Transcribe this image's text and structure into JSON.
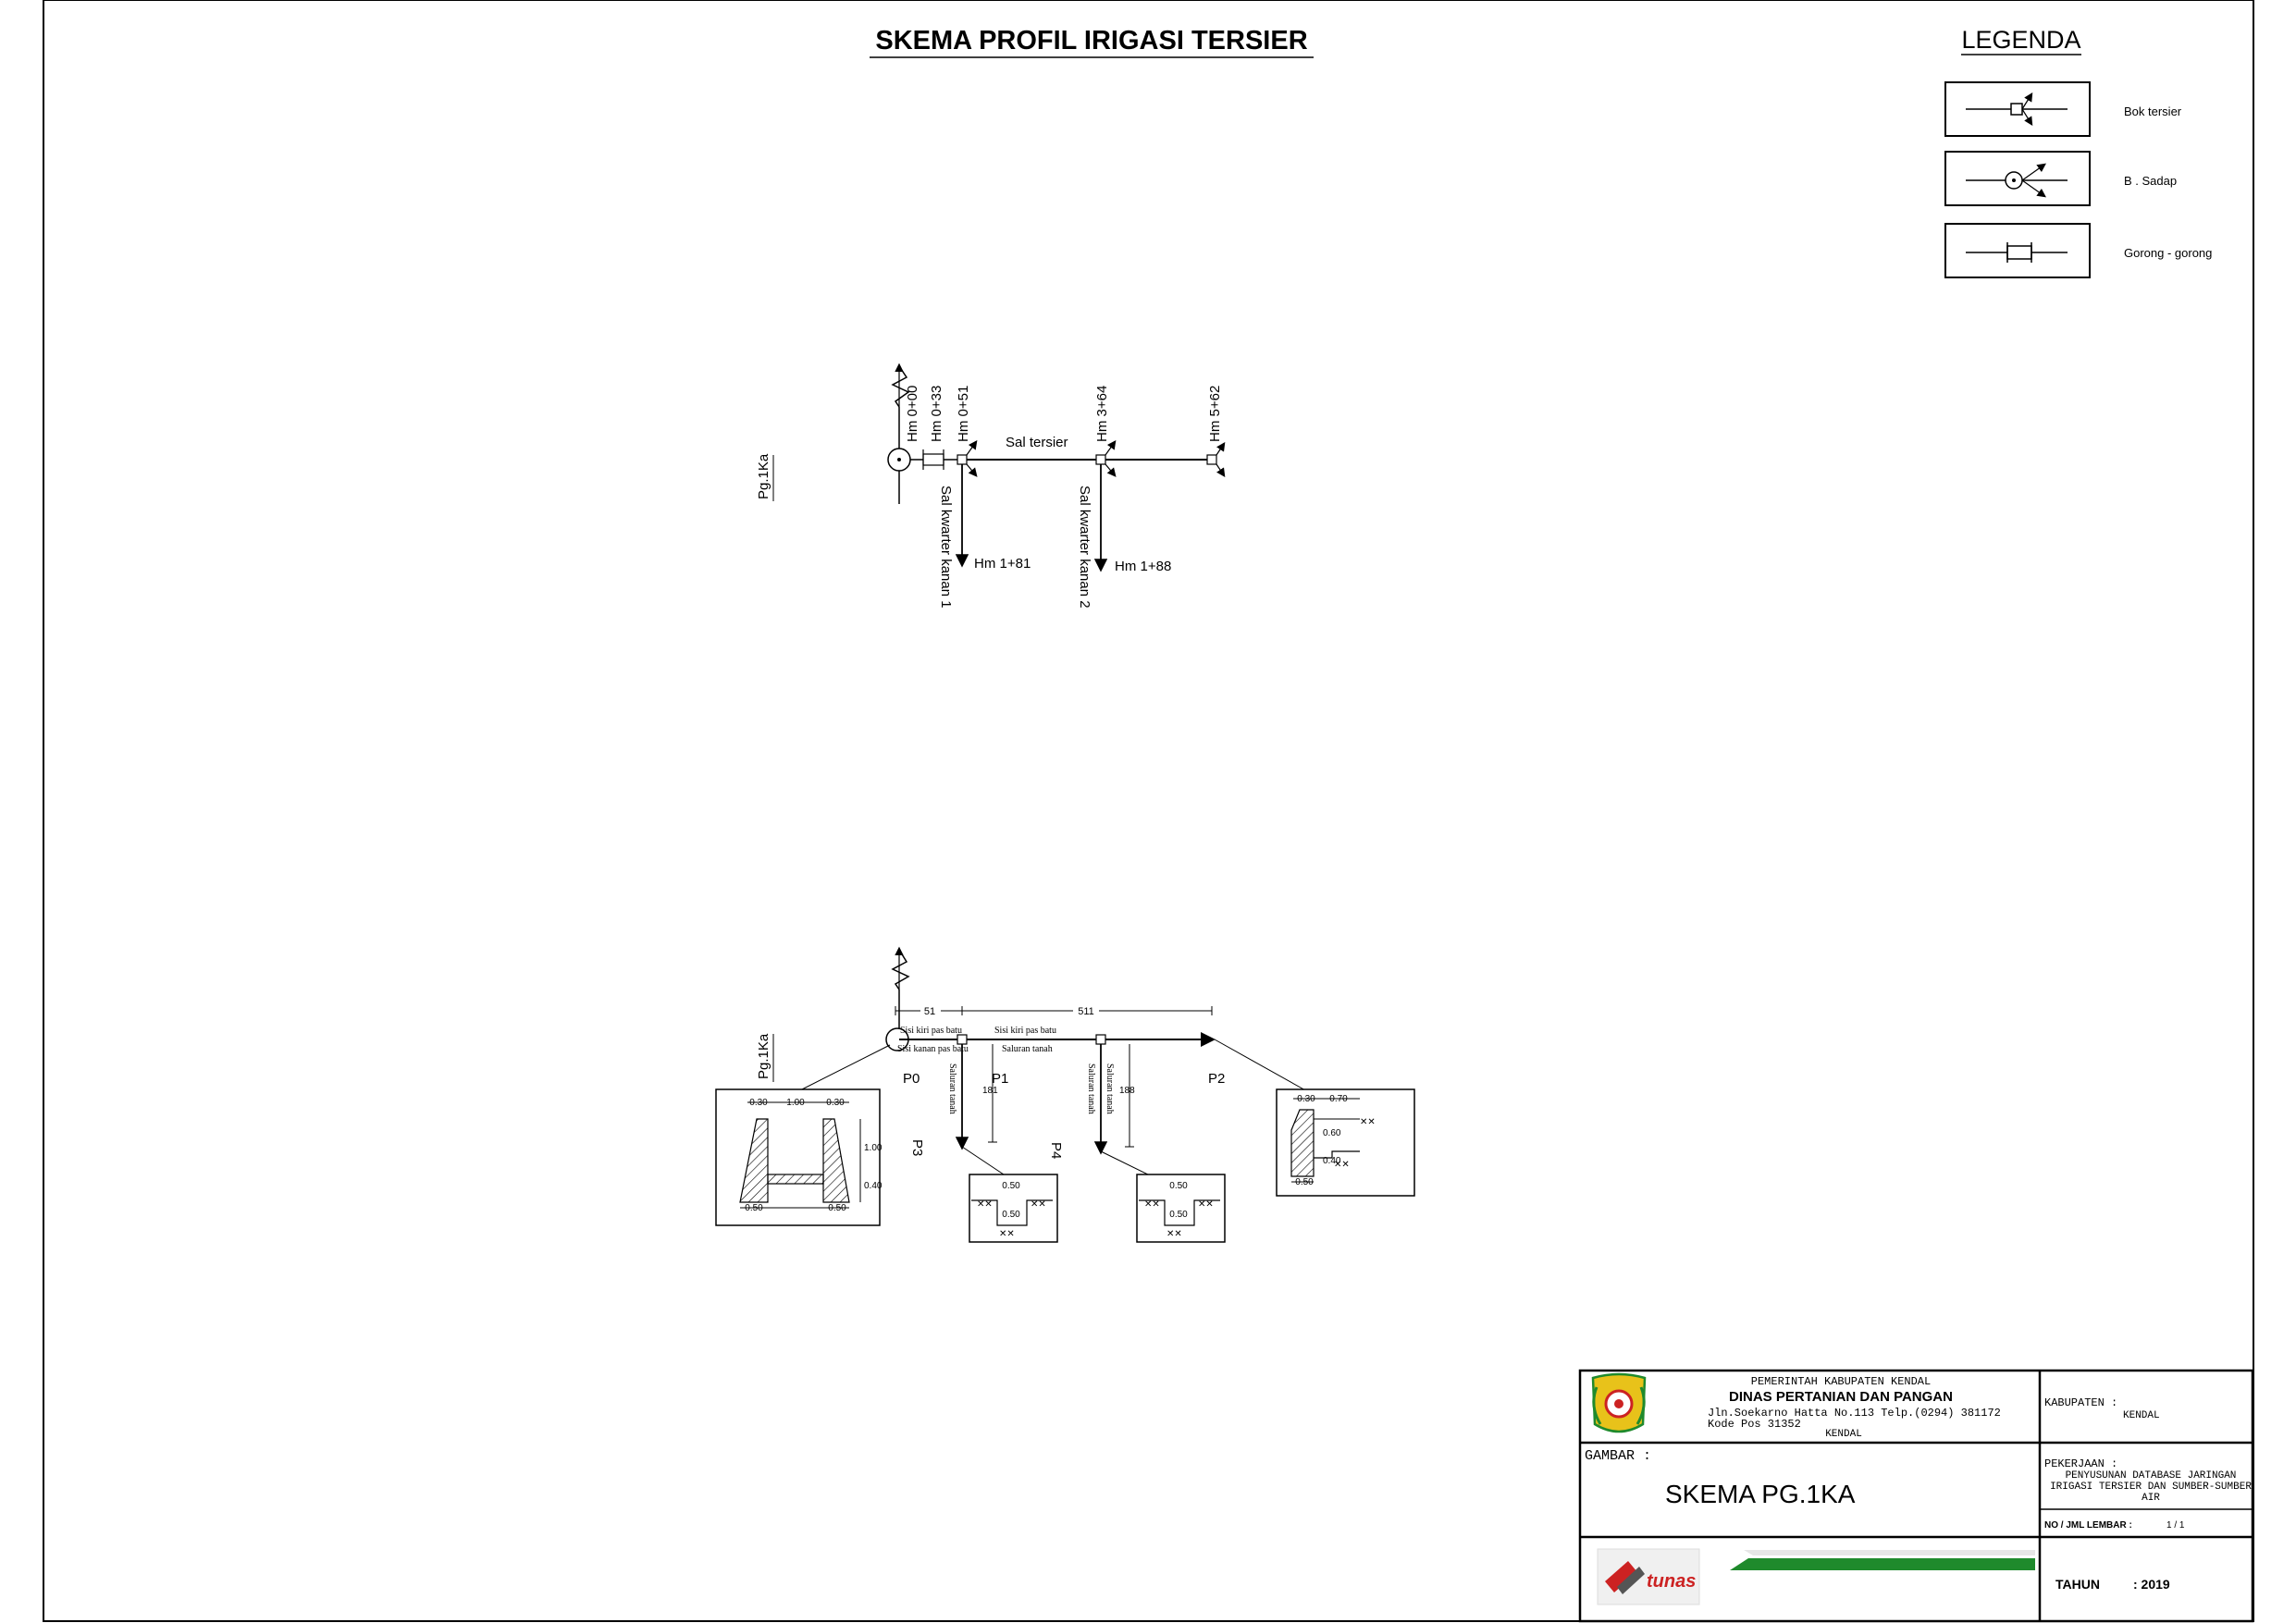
{
  "title": "SKEMA PROFIL IRIGASI TERSIER",
  "legend": {
    "heading": "LEGENDA",
    "items": [
      {
        "label": "Bok tersier",
        "icon": "bok-tersier-icon"
      },
      {
        "label": "B . Sadap",
        "icon": "b-sadap-icon"
      },
      {
        "label": "Gorong - gorong",
        "icon": "gorong-gorong-icon"
      }
    ]
  },
  "schema": {
    "area_label": "Pg.1Ka",
    "stations": [
      "Hm 0+00",
      "Hm 0+33",
      "Hm 0+51",
      "Hm 3+64",
      "Hm 5+62"
    ],
    "main_channel": "Sal tersier",
    "branch_1": {
      "name": "Sal kwarter kanan 1",
      "end": "Hm 1+81"
    },
    "branch_2": {
      "name": "Sal kwarter kanan 2",
      "end": "Hm 1+88"
    }
  },
  "profile": {
    "area_label": "Pg.1Ka",
    "dim_1": "51",
    "dim_2": "511",
    "left_bank_1": "Sisi kiri pas batu",
    "right_bank_1": "Sisi kanan pas batu",
    "left_bank_2": "Sisi kiri pas batu",
    "soil_channel": "Saluran tanah",
    "branch_label": "Saluran tanah",
    "len_1": "181",
    "len_2": "188",
    "points": {
      "p0": "P0",
      "p1": "P1",
      "p2": "P2",
      "p3": "P3",
      "p4": "P4"
    },
    "section_left": {
      "top_l": "0.30",
      "top_m": "1.00",
      "top_r": "0.30",
      "h1": "1.00",
      "h2": "0.40",
      "bot_l": "0.50",
      "bot_r": "0.50"
    },
    "section_p3": {
      "top": "0.50",
      "depth": "0.50"
    },
    "section_p4": {
      "top": "0.50",
      "depth": "0.50"
    },
    "section_right": {
      "top_l": "0.30",
      "top_r": "0.70",
      "h1": "0.60",
      "h2": "0.40",
      "bot": "0.50"
    }
  },
  "title_block": {
    "gov": "PEMERINTAH KABUPATEN KENDAL",
    "dept": "DINAS PERTANIAN DAN PANGAN",
    "address": "Jln.Soekarno Hatta No.113 Telp.(0294) 381172",
    "postcode": "Kode Pos 31352",
    "city": "KENDAL",
    "kabupaten_label": "KABUPATEN :",
    "kabupaten_value": "KENDAL",
    "gambar_label": "GAMBAR :",
    "gambar_value": "SKEMA PG.1KA",
    "pekerjaan_label": "PEKERJAAN :",
    "pekerjaan_line1": "PENYUSUNAN DATABASE JARINGAN",
    "pekerjaan_line2": "IRIGASI TERSIER DAN SUMBER-SUMBER",
    "pekerjaan_line3": "AIR",
    "lembar_label": "NO / JML LEMBAR :",
    "lembar_value": "1 / 1",
    "tahun_label": "TAHUN",
    "tahun_value": ": 2019",
    "company": "tunas"
  },
  "colors": {
    "ink": "#000000",
    "logo_green": "#1f8a2c",
    "logo_red": "#cc2222",
    "emblem_yellow": "#e8c21a"
  }
}
